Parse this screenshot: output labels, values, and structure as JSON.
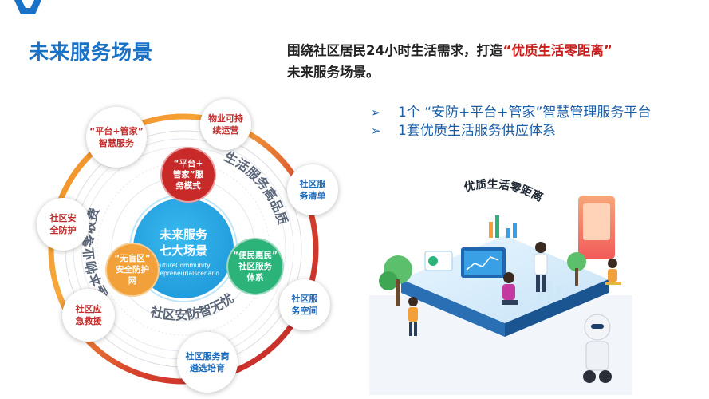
{
  "page": {
    "title": "未来服务场景",
    "headline_prefix": "围绕社区居民24小时生活需求，打造",
    "headline_accent": "“优质生活零距离”",
    "headline_line2": "未来服务场景。"
  },
  "bullets": [
    {
      "marker": "➢",
      "text": "1个 “安防+平台+管家”智慧管理服务平台"
    },
    {
      "marker": "➢",
      "text": "1套优质生活服务供应体系"
    }
  ],
  "diagram": {
    "center_title": "未来服务\n七大场景",
    "center_subtitle": "FutureCommunity\nEntrepreneurialscenario",
    "ring_texts": {
      "top_right": "生活服务高品质",
      "left": "基本物业零收费",
      "bottom": "社区安防智无忧"
    },
    "outer_nodes": [
      {
        "label": "“平台+管家”\n智慧服务"
      },
      {
        "label": "物业可持\n续运营"
      },
      {
        "label": "社区服\n务清单"
      },
      {
        "label": "社区安\n全防护"
      },
      {
        "label": "社区服\n务空间"
      },
      {
        "label": "社区应\n急救援"
      },
      {
        "label": "社区服务商\n遴选培育"
      }
    ],
    "inner_nodes": [
      {
        "label": "“平台+\n管家”服\n务模式",
        "color": "#c82a2a"
      },
      {
        "label": "“无盲区”\n安全防护\n网",
        "color": "#f2a13a"
      },
      {
        "label": "“便民惠民”\n社区服务\n体系",
        "color": "#2cb37a"
      }
    ]
  },
  "illustration": {
    "caption": "优质生活零距离"
  },
  "colors": {
    "title_blue": "#1a72c8",
    "accent_red": "#c81e1e",
    "bullet_blue": "#1a5ea8"
  }
}
